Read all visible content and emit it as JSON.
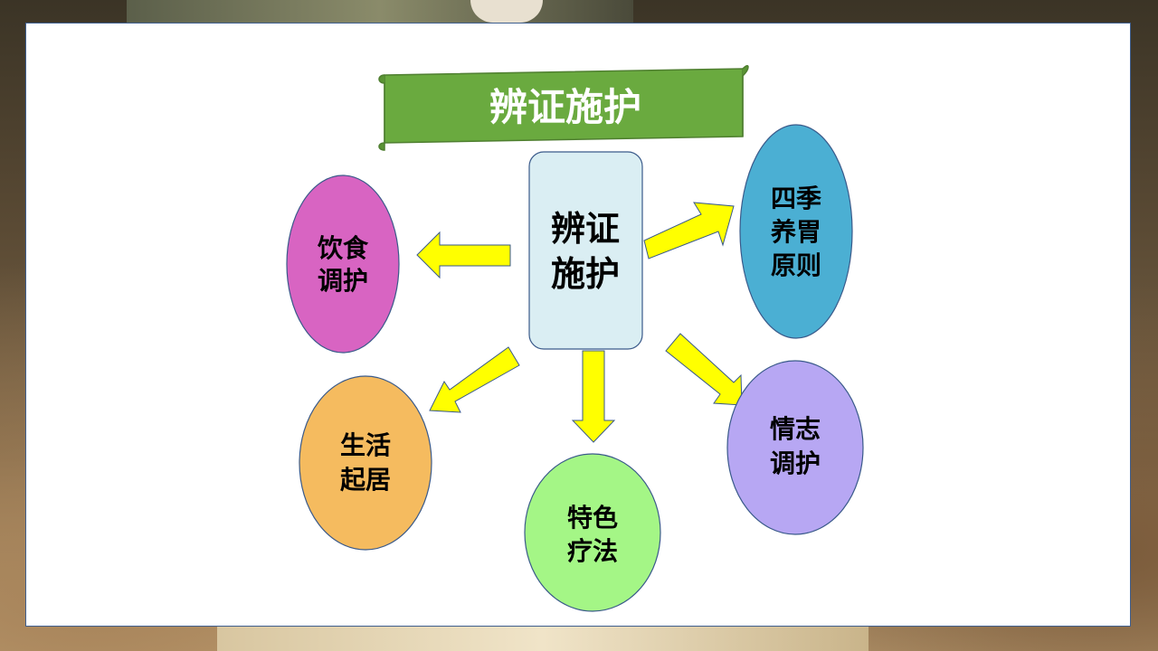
{
  "title": "辨证施护",
  "center": {
    "line1": "辨证",
    "line2": "施护",
    "fill": "#daeef3"
  },
  "nodes": [
    {
      "id": "diet",
      "line1": "饮食",
      "line2": "调护",
      "fill": "#d864c2"
    },
    {
      "id": "seasons",
      "line1": "四季",
      "line2": "养胃",
      "line3": "原则",
      "fill": "#4bafd3"
    },
    {
      "id": "living",
      "line1": "生活",
      "line2": "起居",
      "fill": "#f5bb5f"
    },
    {
      "id": "therapy",
      "line1": "特色",
      "line2": "疗法",
      "fill": "#a4f686"
    },
    {
      "id": "emotion",
      "line1": "情志",
      "line2": "调护",
      "fill": "#b7a7f3"
    }
  ],
  "colors": {
    "banner": "#6aaa3f",
    "arrow": "#ffff00",
    "outline": "#3a5a8a"
  }
}
